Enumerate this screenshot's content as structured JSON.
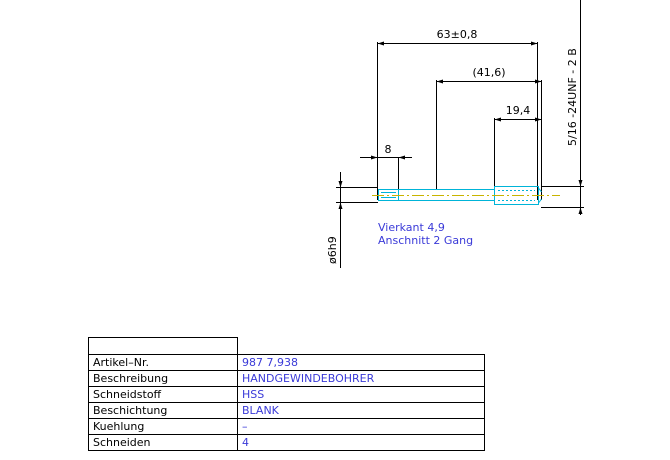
{
  "dimensions": {
    "overall_length": "63±0,8",
    "shank_length": "(41,6)",
    "thread_length": "19,4",
    "square_length": "8",
    "diameter": "ø6h9",
    "thread_spec": "5/16 -24UNF - 2 B"
  },
  "notes": {
    "square": "Vierkant 4,9",
    "chamfer": "Anschnitt 2 Gang"
  },
  "colors": {
    "dimension_line": "#000000",
    "tool_outline": "#00b4d8",
    "annotation": "#3a3ad8",
    "centerline": "#c8b400"
  },
  "spec_table": {
    "rows": [
      {
        "label": "Artikel–Nr.",
        "value": "987 7,938"
      },
      {
        "label": "Beschreibung",
        "value": "HANDGEWINDEBOHRER"
      },
      {
        "label": "Schneidstoff",
        "value": "HSS"
      },
      {
        "label": "Beschichtung",
        "value": "BLANK"
      },
      {
        "label": "Kuehlung",
        "value": "–"
      },
      {
        "label": "Schneiden",
        "value": "4"
      }
    ]
  }
}
